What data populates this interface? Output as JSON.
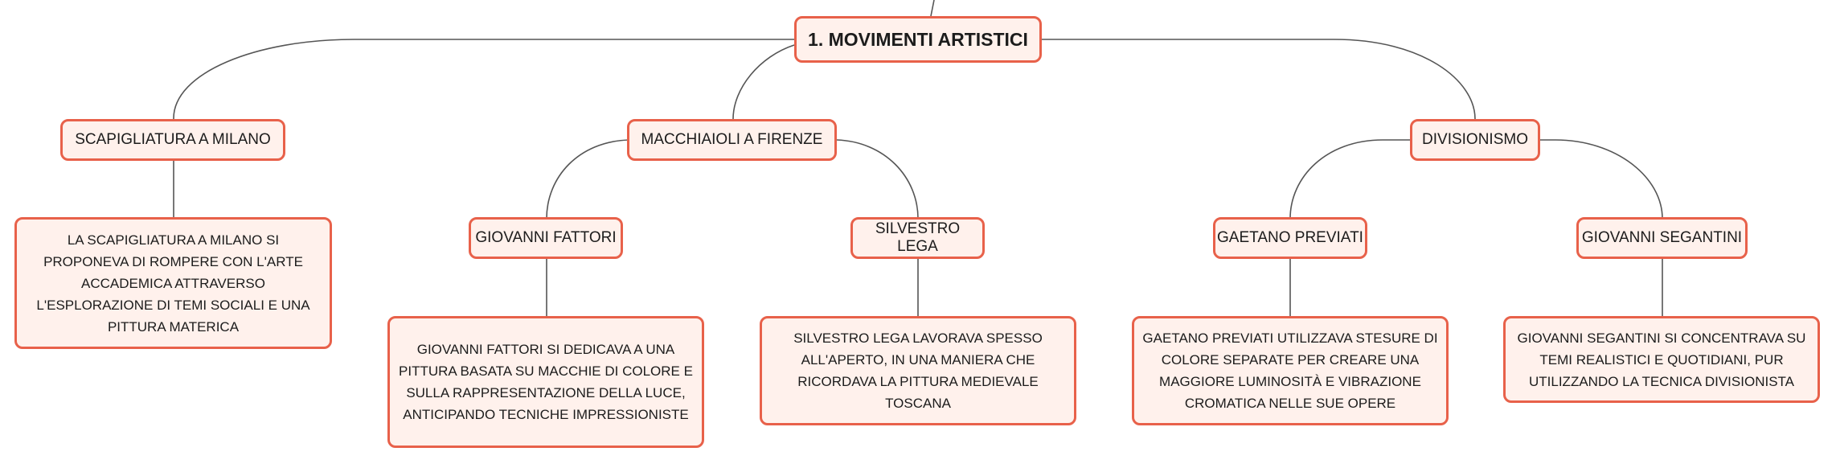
{
  "colors": {
    "accent": "#e8614a",
    "fill": "#fff1ec",
    "line": "#555555",
    "text": "#1c1c1c"
  },
  "map": {
    "root": "1. MOVIMENTI ARTISTICI",
    "scapigliatura": {
      "title": "SCAPIGLIATURA A MILANO",
      "note": "LA SCAPIGLIATURA A MILANO SI PROPONEVA DI ROMPERE CON L'ARTE ACCADEMICA ATTRAVERSO L'ESPLORAZIONE DI TEMI SOCIALI E UNA PITTURA MATERICA"
    },
    "macchiaioli": {
      "title": "MACCHIAIOLI A FIRENZE",
      "fattori": {
        "title": "GIOVANNI FATTORI",
        "note": "GIOVANNI FATTORI SI DEDICAVA A UNA PITTURA BASATA SU MACCHIE DI COLORE E SULLA RAPPRESENTAZIONE DELLA LUCE, ANTICIPANDO TECNICHE IMPRESSIONISTE"
      },
      "lega": {
        "title": "SILVESTRO LEGA",
        "note": "SILVESTRO LEGA LAVORAVA SPESSO ALL'APERTO, IN UNA MANIERA CHE RICORDAVA LA PITTURA MEDIEVALE TOSCANA"
      }
    },
    "divisionismo": {
      "title": "DIVISIONISMO",
      "previati": {
        "title": "GAETANO PREVIATI",
        "note": "GAETANO PREVIATI UTILIZZAVA STESURE DI COLORE SEPARATE PER CREARE UNA MAGGIORE LUMINOSITÀ E VIBRAZIONE CROMATICA NELLE SUE OPERE"
      },
      "segantini": {
        "title": "GIOVANNI SEGANTINI",
        "note": "GIOVANNI SEGANTINI SI CONCENTRAVA SU TEMI REALISTICI E QUOTIDIANI, PUR UTILIZZANDO LA TECNICA DIVISIONISTA"
      }
    }
  }
}
